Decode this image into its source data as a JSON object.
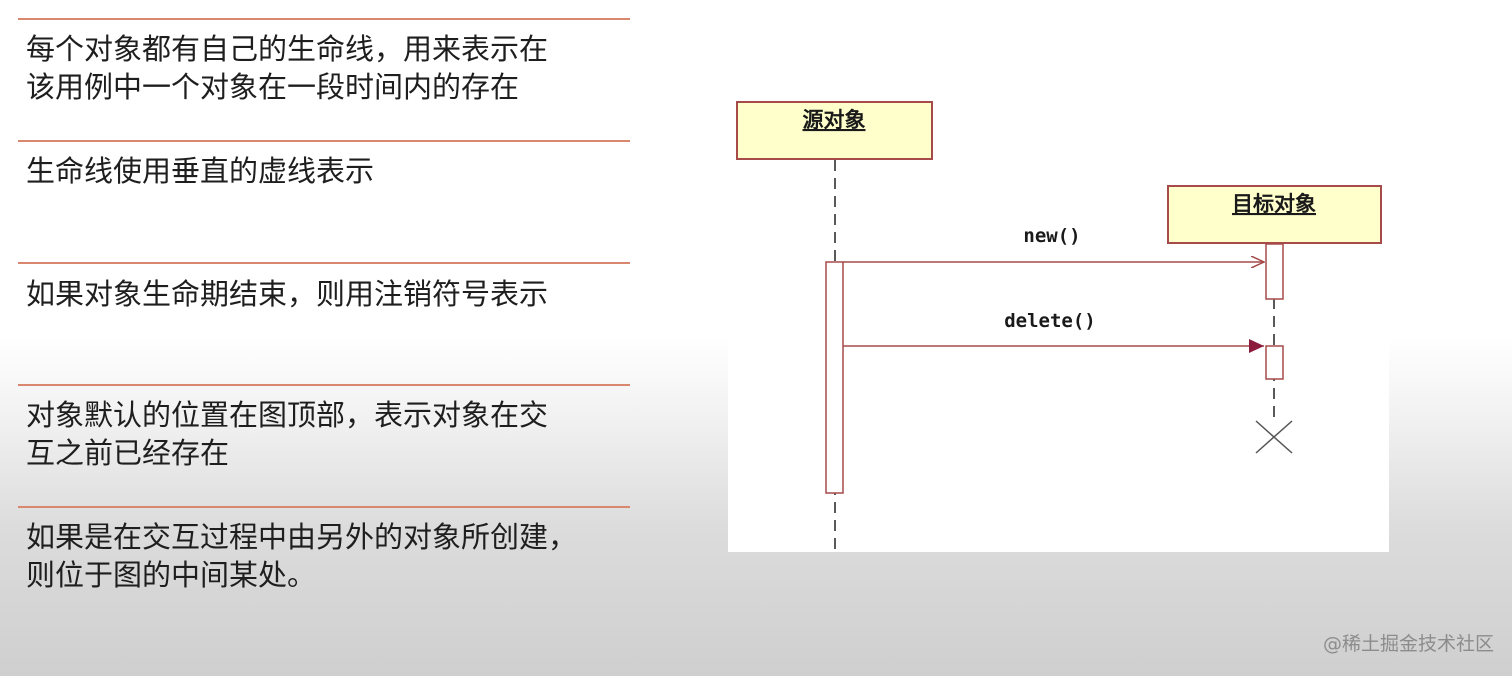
{
  "items": [
    {
      "text": "每个对象都有自己的生命线，用来表示在\n该用例中一个对象在一段时间内的存在"
    },
    {
      "text": "生命线使用垂直的虚线表示"
    },
    {
      "text": "如果对象生命期结束，则用注销符号表示"
    },
    {
      "text": "对象默认的位置在图顶部，表示对象在交\n互之前已经存在"
    },
    {
      "text": "如果是在交互过程中由另外的对象所创建，\n则位于图的中间某处。"
    }
  ],
  "diagram": {
    "source_object": "源对象",
    "target_object": "目标对象",
    "messages": [
      {
        "label": "new()"
      },
      {
        "label": "delete()"
      }
    ],
    "colors": {
      "object_fill": "#ffffcc",
      "object_border": "#a64a4a",
      "activation_border": "#a64a4a",
      "message_line": "#a64a4a",
      "filled_arrow": "#8b1c3c",
      "lifeline": "#222222"
    }
  },
  "watermark": "@稀土掘金技术社区"
}
